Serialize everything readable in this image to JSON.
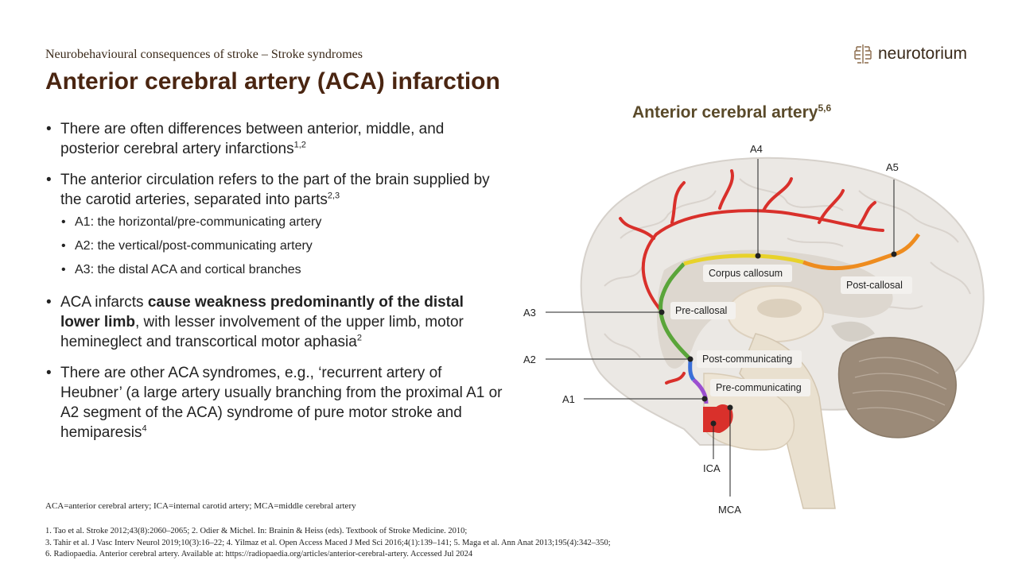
{
  "header": {
    "subtitle": "Neurobehavioural consequences of stroke – Stroke syndromes",
    "title": "Anterior cerebral artery (ACA) infarction",
    "logo_text": "neurotorium"
  },
  "bullets": [
    {
      "text": "There are often differences between anterior, middle, and posterior cerebral artery infarctions",
      "sup": "1,2"
    },
    {
      "text": "The anterior circulation refers to the part of the brain supplied by the carotid arteries, separated into parts",
      "sup": "2,3"
    },
    {
      "pre": "ACA infarcts ",
      "bold": "cause weakness predominantly of the distal lower limb",
      "post": ", with lesser involvement of the upper limb, motor hemineglect and transcortical motor aphasia",
      "sup": "2"
    },
    {
      "text": "There are other ACA syndromes, e.g., ‘recurrent artery of Heubner’ (a large artery usually branching from the proximal A1 or A2 segment of the ACA) syndrome of pure motor stroke and hemiparesis",
      "sup": "4"
    }
  ],
  "sub_bullets": [
    "A1: the horizontal/pre-communicating artery",
    "A2: the vertical/post-communicating artery",
    "A3: the distal ACA and cortical branches"
  ],
  "footnote_abbr": "ACA=anterior cerebral artery; ICA=internal carotid artery; MCA=middle cerebral artery",
  "references": [
    "1. Tao et al. Stroke 2012;43(8):2060–2065; 2. Odier & Michel. In: Brainin & Heiss (eds). Textbook of Stroke Medicine. 2010;",
    "3. Tahir et al. J Vasc Interv Neurol 2019;10(3):16–22; 4. Yilmaz et al. Open Access Maced J Med Sci 2016;4(1):139–141; 5. Maga et al. Ann Anat 2013;195(4):342–350;",
    "6. Radiopaedia. Anterior cerebral artery. Available at: https://radiopaedia.org/articles/anterior-cerebral-artery. Accessed Jul 2024"
  ],
  "diagram": {
    "title": "Anterior cerebral artery",
    "title_sup": "5,6",
    "labels": {
      "a1": "A1",
      "a2": "A2",
      "a3": "A3",
      "a4": "A4",
      "a5": "A5",
      "ica": "ICA",
      "mca": "MCA",
      "corpus_callosum": "Corpus callosum",
      "post_callosal": "Post-callosal",
      "pre_callosal": "Pre-callosal",
      "post_communicating": "Post-communicating",
      "pre_communicating": "Pre-communicating"
    },
    "colors": {
      "main_artery": "#d9302b",
      "a1": "#9b4fd0",
      "a2": "#3a6fd8",
      "a3": "#5aa53a",
      "a4": "#e8d22a",
      "a5": "#ee8c1f"
    }
  }
}
